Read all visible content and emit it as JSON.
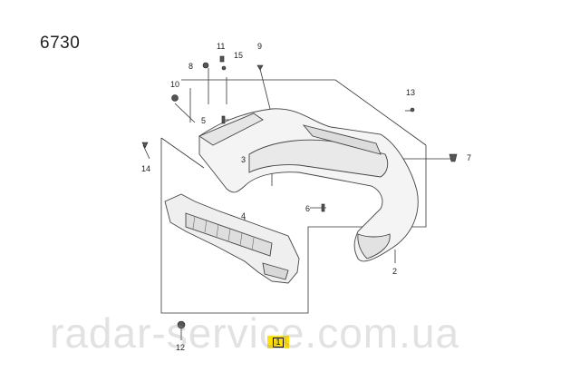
{
  "diagram": {
    "code": "6730",
    "watermark": "radar-service.com.ua",
    "highlighted_part": "1",
    "parts": [
      {
        "id": "p2",
        "label": "2"
      },
      {
        "id": "p3",
        "label": "3"
      },
      {
        "id": "p4",
        "label": "4"
      },
      {
        "id": "p5",
        "label": "5"
      },
      {
        "id": "p6",
        "label": "6"
      },
      {
        "id": "p7",
        "label": "7"
      },
      {
        "id": "p8",
        "label": "8"
      },
      {
        "id": "p9",
        "label": "9"
      },
      {
        "id": "p10",
        "label": "10"
      },
      {
        "id": "p11",
        "label": "11"
      },
      {
        "id": "p12",
        "label": "12"
      },
      {
        "id": "p13",
        "label": "13"
      },
      {
        "id": "p14",
        "label": "14"
      },
      {
        "id": "p15",
        "label": "15"
      }
    ]
  }
}
